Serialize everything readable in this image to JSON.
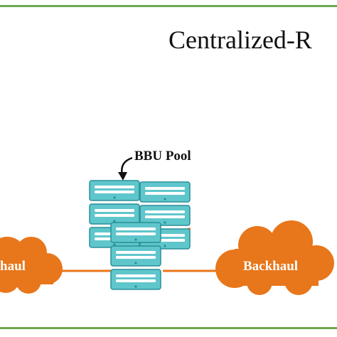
{
  "title": "Centralized-R",
  "bbu_pool": {
    "label": "BBU Pool"
  },
  "clouds": {
    "left": {
      "label": "haul"
    },
    "right": {
      "label": "Backhaul"
    }
  },
  "colors": {
    "frame": "#6aa84f",
    "cloud": "#e8761a",
    "link": "#e8761a",
    "server_fill": "#5fc6cc",
    "server_stroke": "#2a8f98",
    "server_slot": "#ffffff",
    "text": "#111111"
  },
  "icons": {
    "pointer": "arrow-icon",
    "server": "server-rack-icon",
    "cloud": "cloud-icon"
  }
}
